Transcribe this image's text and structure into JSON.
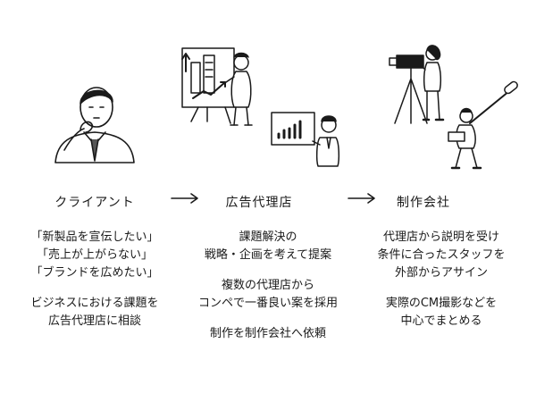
{
  "stages": [
    {
      "label": "クライアント",
      "illustration": "client-thinking-person",
      "groups": [
        [
          "「新製品を宣伝したい」",
          "「売上が上がらない」",
          "「ブランドを広めたい」"
        ],
        [
          "ビジネスにおける課題を",
          "広告代理店に相談"
        ]
      ]
    },
    {
      "label": "広告代理店",
      "illustration": "agency-presenters-with-charts",
      "groups": [
        [
          "課題解決の",
          "戦略・企画を考えて提案"
        ],
        [
          "複数の代理店から",
          "コンペで一番良い案を採用"
        ],
        [
          "制作を制作会社へ依頼"
        ]
      ]
    },
    {
      "label": "制作会社",
      "illustration": "production-crew-with-camera",
      "groups": [
        [
          "代理店から説明を受け",
          "条件に合ったスタッフを",
          "外部からアサイン"
        ],
        [
          "実際のCM撮影などを",
          "中心でまとめる"
        ]
      ]
    }
  ],
  "arrow_icon": "right-arrow-icon"
}
